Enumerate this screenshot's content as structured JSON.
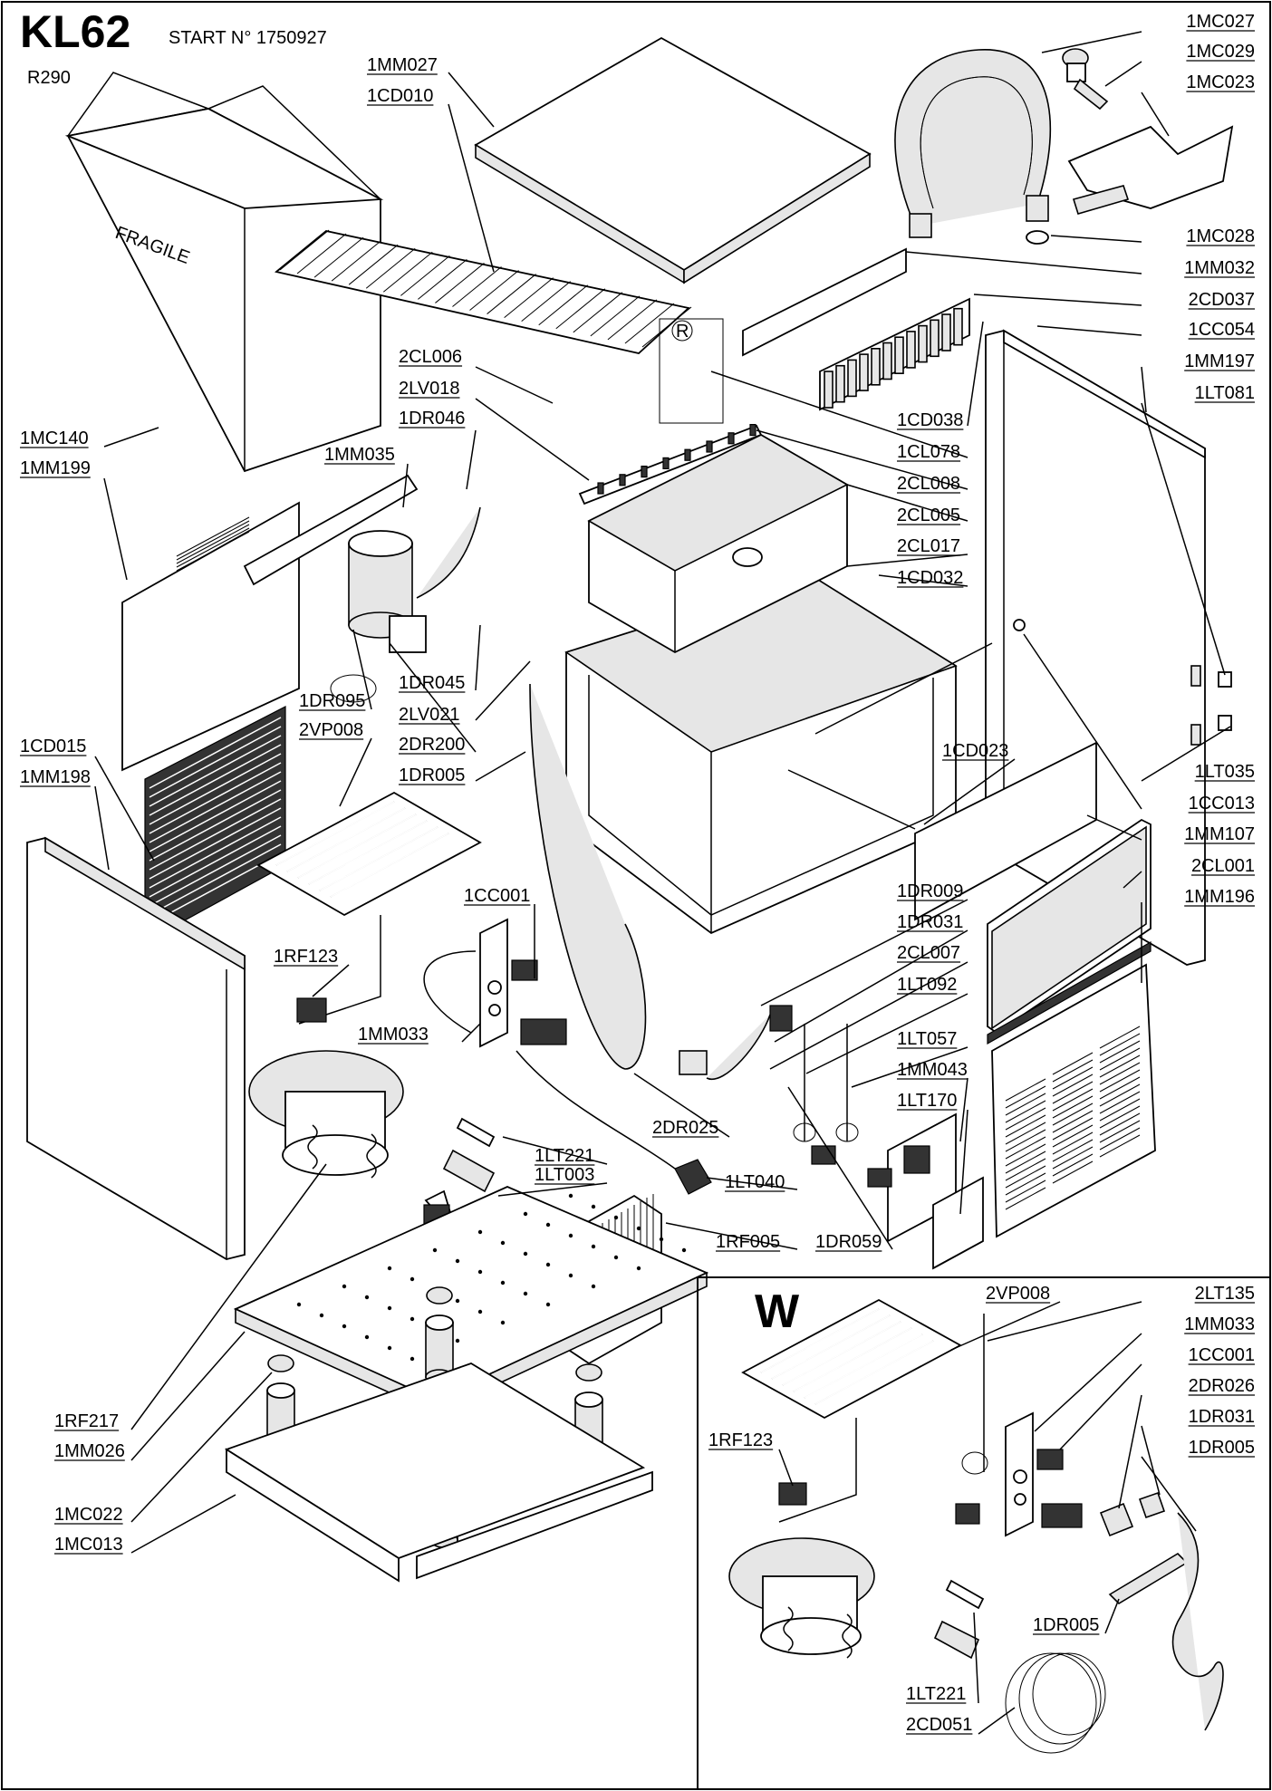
{
  "header": {
    "model": "KL62",
    "start_text": "START N° 1750927",
    "refrigerant": "R290"
  },
  "box_text": "FRAGILE",
  "inset": {
    "title": "W"
  },
  "registered_mark": "R",
  "labels": {
    "l_1MC027": "1MC027",
    "l_1MC029": "1MC029",
    "l_1MC023": "1MC023",
    "l_1MC028": "1MC028",
    "l_1MM032": "1MM032",
    "l_2CD037": "2CD037",
    "l_1CC054": "1CC054",
    "l_1MM197": "1MM197",
    "l_1LT081": "1LT081",
    "l_1MM027": "1MM027",
    "l_1CD010": "1CD010",
    "l_2CL006": "2CL006",
    "l_2LV018": "2LV018",
    "l_1DR046": "1DR046",
    "l_1MM035": "1MM035",
    "l_1MC140": "1MC140",
    "l_1MM199": "1MM199",
    "l_1CD038": "1CD038",
    "l_1CL078": "1CL078",
    "l_2CL008": "2CL008",
    "l_2CL005": "2CL005",
    "l_2CL017": "2CL017",
    "l_1CD032": "1CD032",
    "l_1DR045": "1DR045",
    "l_1DR095": "1DR095",
    "l_2LV021": "2LV021",
    "l_2VP008": "2VP008",
    "l_2DR200": "2DR200",
    "l_1CD015": "1CD015",
    "l_1MM198": "1MM198",
    "l_1DR005": "1DR005",
    "l_1CD023": "1CD023",
    "l_1LT035": "1LT035",
    "l_1CC013": "1CC013",
    "l_1MM107": "1MM107",
    "l_2CL001": "2CL001",
    "l_1MM196": "1MM196",
    "l_1CC001": "1CC001",
    "l_1DR009": "1DR009",
    "l_1DR031": "1DR031",
    "l_2CL007": "2CL007",
    "l_1LT092": "1LT092",
    "l_1RF123": "1RF123",
    "l_1MM033": "1MM033",
    "l_1LT057": "1LT057",
    "l_1MM043": "1MM043",
    "l_1LT170": "1LT170",
    "l_2DR025": "2DR025",
    "l_1LT221": "1LT221",
    "l_1LT003": "1LT003",
    "l_1LT040": "1LT040",
    "l_1RF005": "1RF005",
    "l_1DR059": "1DR059",
    "l_1RF217": "1RF217",
    "l_1MM026": "1MM026",
    "l_1MC022": "1MC022",
    "l_1MC013": "1MC013",
    "w_2VP008": "2VP008",
    "w_2LT135": "2LT135",
    "w_1MM033": "1MM033",
    "w_1CC001": "1CC001",
    "w_2DR026": "2DR026",
    "w_1DR031": "1DR031",
    "w_1DR005": "1DR005",
    "w_1RF123": "1RF123",
    "w_1DR005b": "1DR005",
    "w_1LT221": "1LT221",
    "w_2CD051": "2CD051"
  }
}
